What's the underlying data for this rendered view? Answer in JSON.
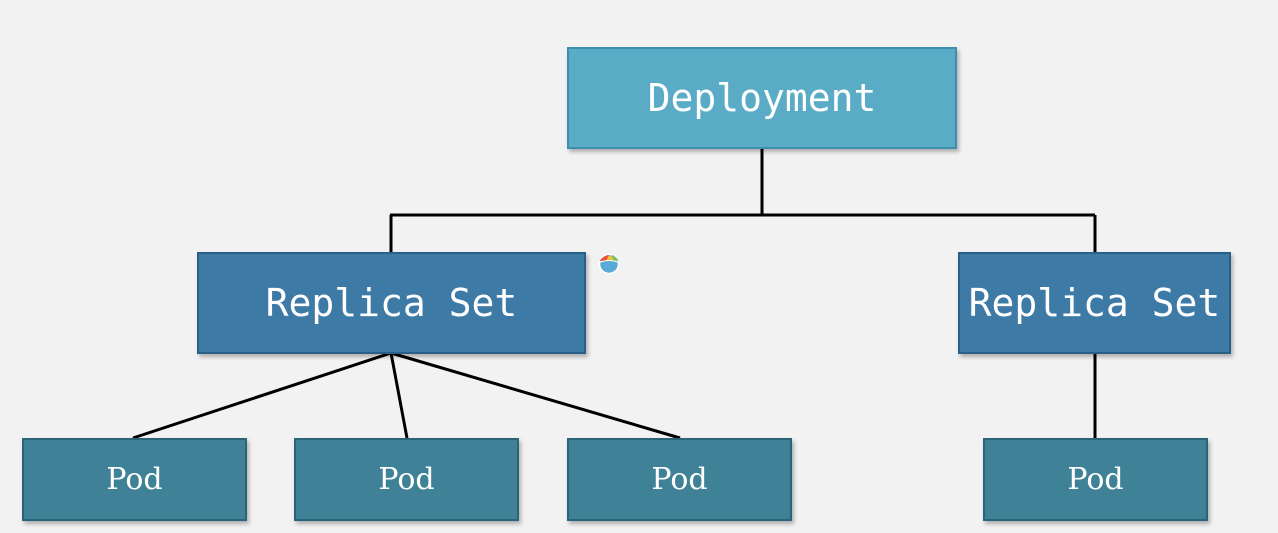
{
  "diagram": {
    "type": "hierarchy-tree",
    "root": {
      "label": "Deployment",
      "color": "#5aabc6"
    },
    "replica_sets": [
      {
        "label": "Replica Set",
        "color": "#3e7aa6"
      },
      {
        "label": "Replica Set",
        "color": "#3e7aa6"
      }
    ],
    "pods": [
      {
        "label": "Pod",
        "parent": 0,
        "color": "#3f8196"
      },
      {
        "label": "Pod",
        "parent": 0,
        "color": "#3f8196"
      },
      {
        "label": "Pod",
        "parent": 0,
        "color": "#3f8196"
      },
      {
        "label": "Pod",
        "parent": 1,
        "color": "#3f8196"
      }
    ],
    "background_color": "#f2f2f2",
    "connector_color": "#000000"
  },
  "overlay": {
    "icon": "app-badge-icon"
  }
}
